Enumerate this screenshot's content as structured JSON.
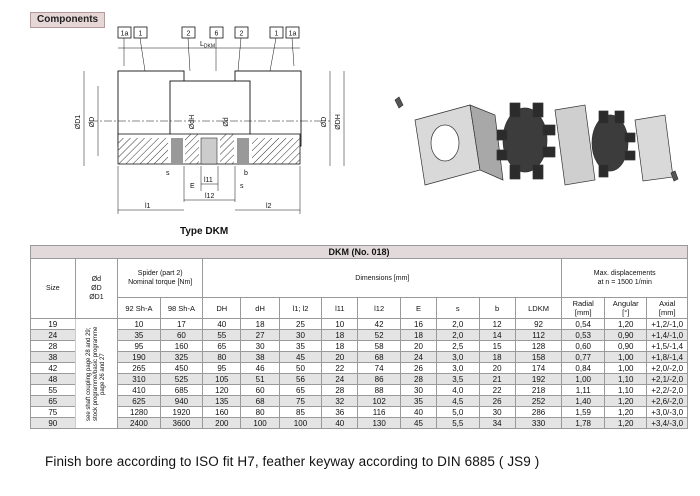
{
  "header": {
    "components_label": "Components"
  },
  "drawing": {
    "part_numbers": [
      "1a",
      "1",
      "2",
      "6",
      "2",
      "1",
      "1a"
    ],
    "labels": {
      "ldkm": "L",
      "ldkm_sub": "DKM",
      "d1": "ØD1",
      "d": "ØD",
      "dh": "ØDH",
      "dh_small": "ØdH",
      "d_small": "Ød",
      "d2": "ØD",
      "s": "s",
      "b": "b",
      "e": "E",
      "l11": "l11",
      "l12": "l12",
      "l1": "l1",
      "l2": "l2",
      "s2": "s"
    },
    "caption": "Type DKM"
  },
  "table": {
    "title": "DKM (No. 018)",
    "headers": {
      "size": "Size",
      "bore": "Ød\nØD\nØD1",
      "spider": "Spider (part 2)\nNominal torque [Nm]",
      "dimensions": "Dimensions [mm]",
      "max_disp": "Max. displacements\nat n = 1500 1/min",
      "sh92": "92 Sh-A",
      "sh98": "98 Sh-A",
      "DH": "DH",
      "dH": "dH",
      "l1l2": "l1; l2",
      "l11": "l11",
      "l12": "l12",
      "E": "E",
      "s": "s",
      "b": "b",
      "LDKM": "LDKM",
      "radial": "Radial\n[mm]",
      "angular": "Angular\n[°]",
      "axial": "Axial\n[mm]"
    },
    "side_note": "see shaft coupling page 28 and 29; stock programme/basic programme page 26 and 27",
    "rows": [
      [
        "19",
        "10",
        "17",
        "40",
        "18",
        "25",
        "10",
        "42",
        "16",
        "2,0",
        "12",
        "92",
        "0,54",
        "1,20",
        "+1,2/-1,0"
      ],
      [
        "24",
        "35",
        "60",
        "55",
        "27",
        "30",
        "18",
        "52",
        "18",
        "2,0",
        "14",
        "112",
        "0,53",
        "0,90",
        "+1,4/-1,0"
      ],
      [
        "28",
        "95",
        "160",
        "65",
        "30",
        "35",
        "18",
        "58",
        "20",
        "2,5",
        "15",
        "128",
        "0,60",
        "0,90",
        "+1,5/-1,4"
      ],
      [
        "38",
        "190",
        "325",
        "80",
        "38",
        "45",
        "20",
        "68",
        "24",
        "3,0",
        "18",
        "158",
        "0,77",
        "1,00",
        "+1,8/-1,4"
      ],
      [
        "42",
        "265",
        "450",
        "95",
        "46",
        "50",
        "22",
        "74",
        "26",
        "3,0",
        "20",
        "174",
        "0,84",
        "1,00",
        "+2,0/-2,0"
      ],
      [
        "48",
        "310",
        "525",
        "105",
        "51",
        "56",
        "24",
        "86",
        "28",
        "3,5",
        "21",
        "192",
        "1,00",
        "1,10",
        "+2,1/-2,0"
      ],
      [
        "55",
        "410",
        "685",
        "120",
        "60",
        "65",
        "28",
        "88",
        "30",
        "4,0",
        "22",
        "218",
        "1,11",
        "1,10",
        "+2,2/-2,0"
      ],
      [
        "65",
        "625",
        "940",
        "135",
        "68",
        "75",
        "32",
        "102",
        "35",
        "4,5",
        "26",
        "252",
        "1,40",
        "1,20",
        "+2,6/-2,0"
      ],
      [
        "75",
        "1280",
        "1920",
        "160",
        "80",
        "85",
        "36",
        "116",
        "40",
        "5,0",
        "30",
        "286",
        "1,59",
        "1,20",
        "+3,0/-3,0"
      ],
      [
        "90",
        "2400",
        "3600",
        "200",
        "100",
        "100",
        "40",
        "130",
        "45",
        "5,5",
        "34",
        "330",
        "1,78",
        "1,20",
        "+3,4/-3,0"
      ]
    ]
  },
  "footer": {
    "caption": "Finish bore according to ISO fit H7, feather keyway according to DIN 6885  ( JS9 )"
  }
}
